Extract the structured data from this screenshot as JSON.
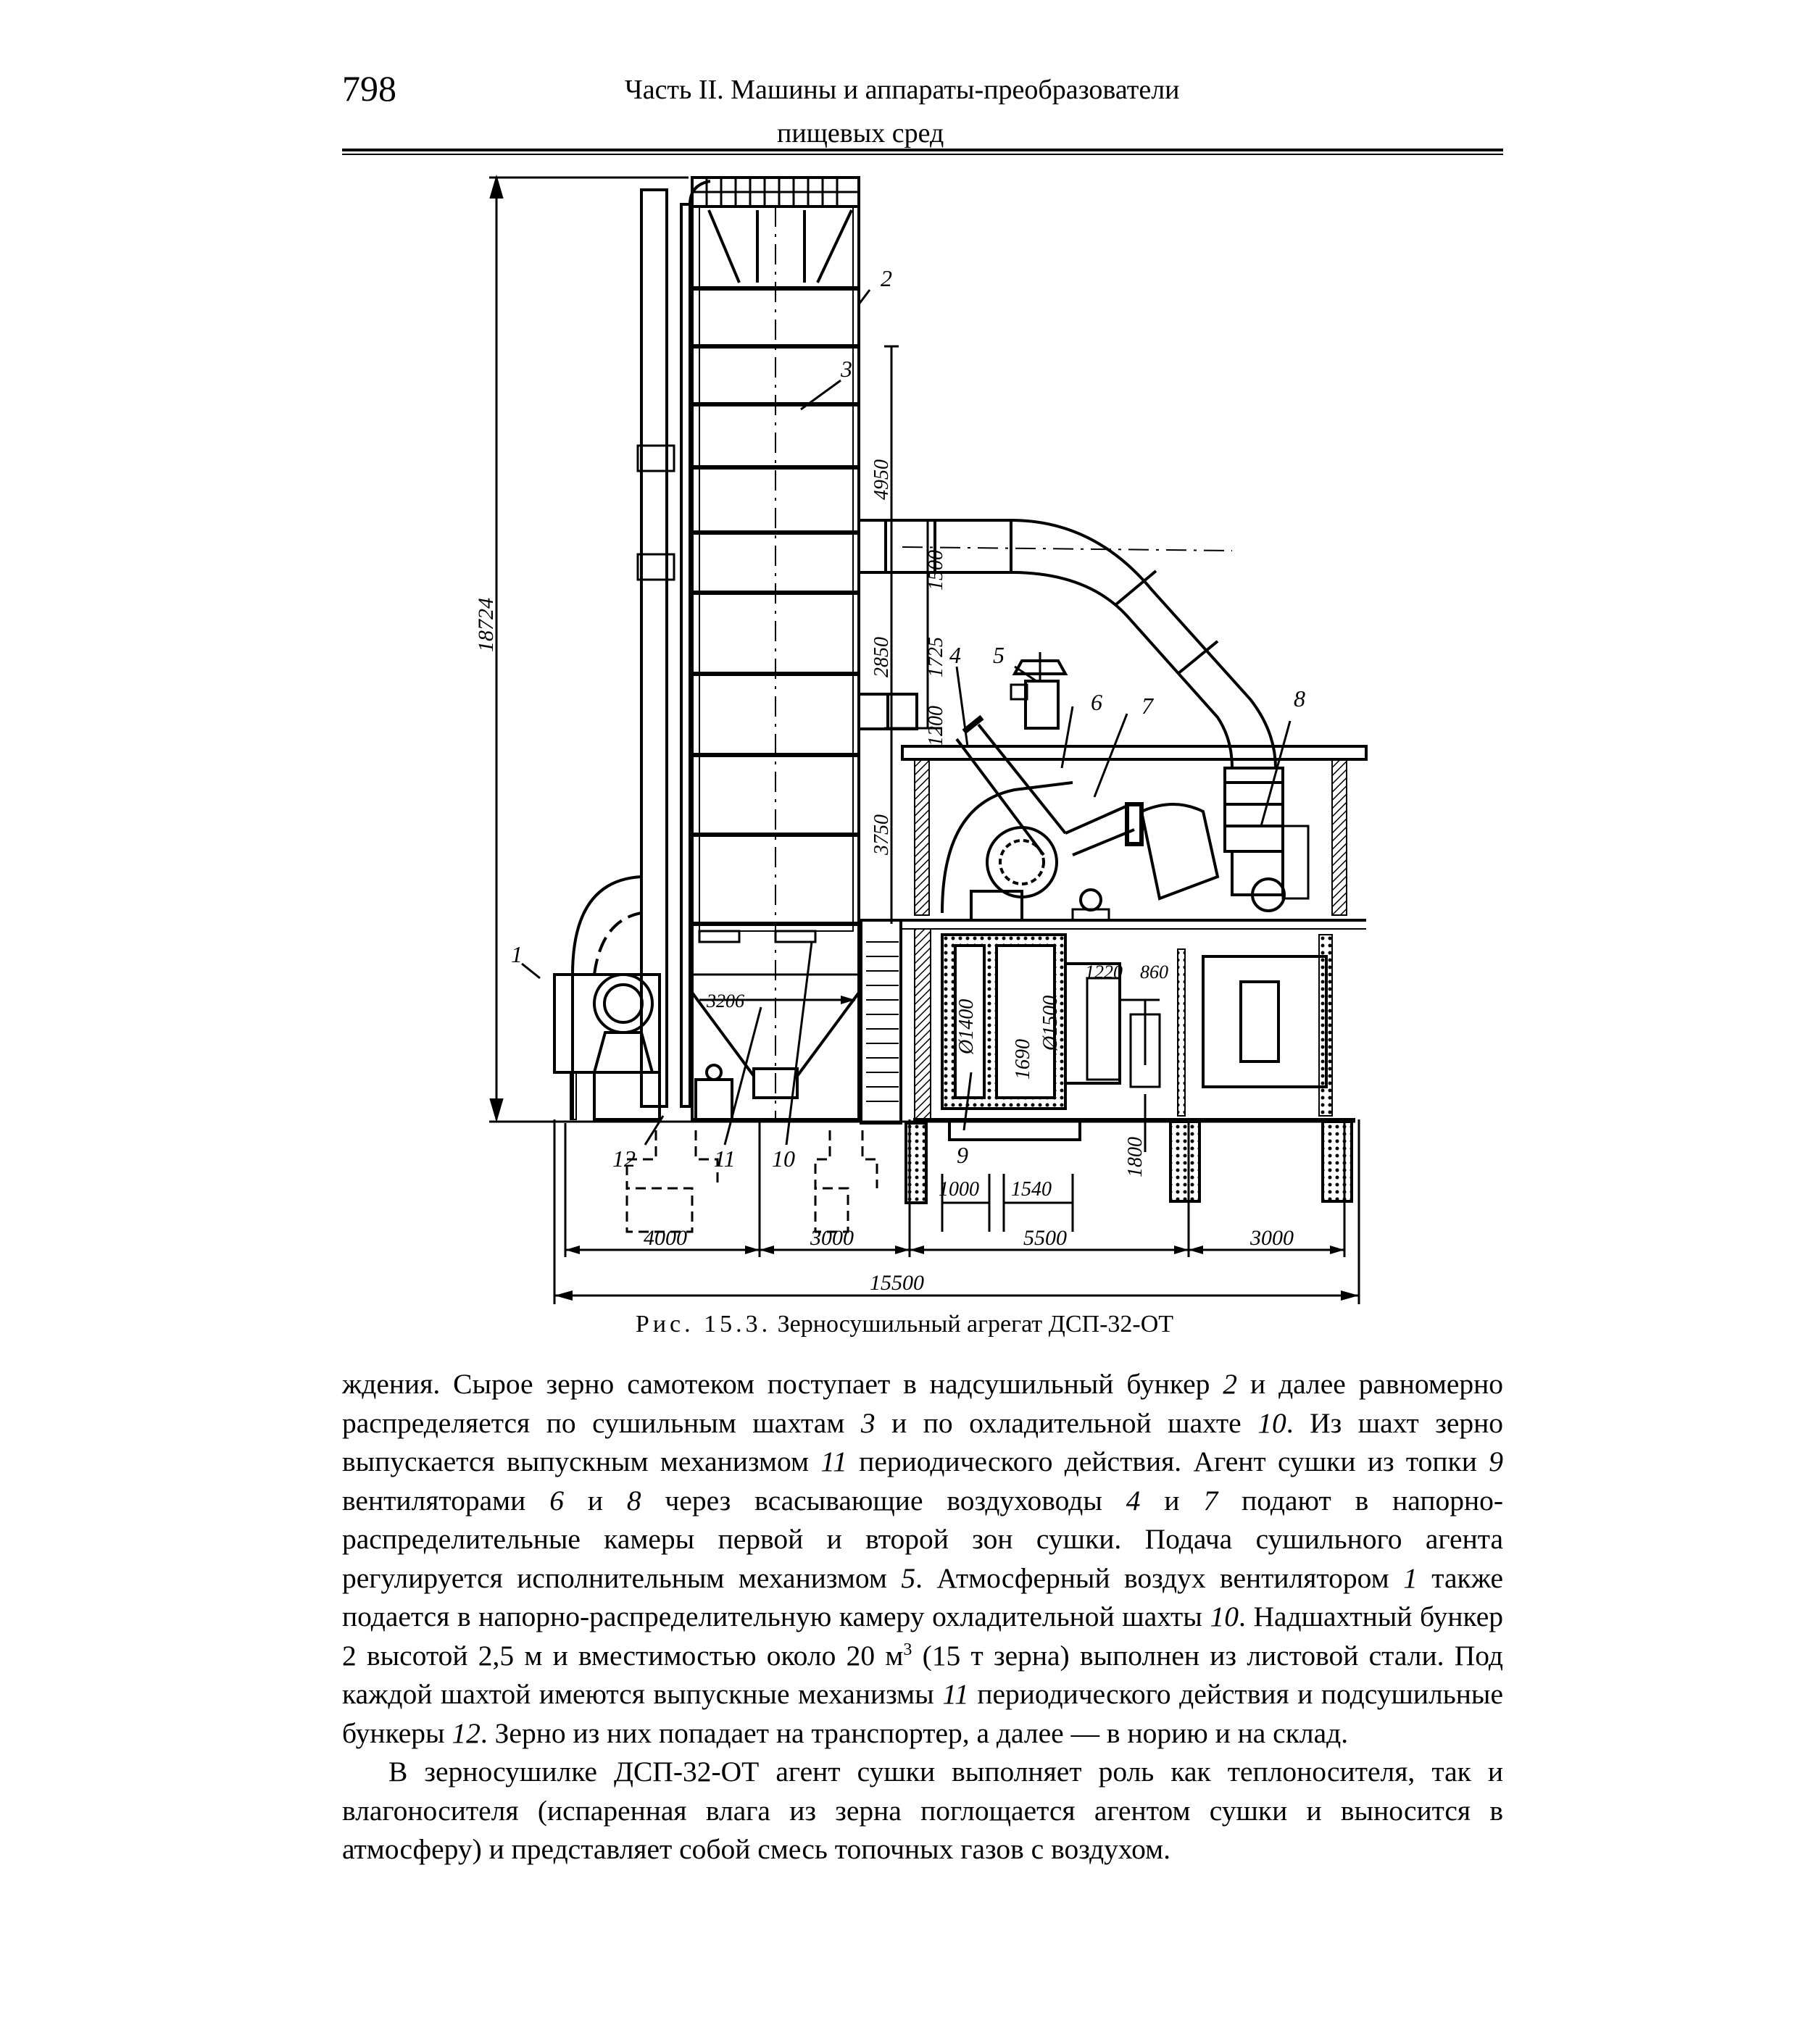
{
  "header": {
    "page_number": "798",
    "running_head_line1": "Часть II. Машины и аппараты-преобразователи",
    "running_head_line2": "пищевых сред"
  },
  "figure": {
    "caption_prefix": "Рис. 15.3.",
    "caption_title": "Зерносушильный агрегат ДСП-32-ОТ",
    "callouts": [
      "1",
      "2",
      "3",
      "4",
      "5",
      "6",
      "7",
      "8",
      "9",
      "10",
      "11",
      "12"
    ],
    "dimensions": {
      "total_height": "18724",
      "shaft_section": "4950",
      "duct_upper": "1500",
      "duct_gap": "1725",
      "shaft_mid": "2850",
      "duct_lower": "1200",
      "shaft_lower": "3750",
      "hopper_width": "3206",
      "furnace_diameter_1": "Ø1400",
      "furnace_diameter_2": "Ø1500",
      "furnace_height": "1690",
      "dim_1220": "1220",
      "dim_860": "860",
      "foundation_depth": "1800",
      "furnace_w1": "1000",
      "furnace_w2": "1540",
      "span_1": "4000",
      "span_2": "3000",
      "span_3": "5500",
      "span_4": "3000",
      "overall_length": "15500"
    }
  },
  "body": {
    "p1": [
      {
        "t": "ждения. Сырое зерно самотеком поступает в надсушильный бункер "
      },
      {
        "i": "2"
      },
      {
        "t": " и далее равномерно распределяется по сушильным шахтам "
      },
      {
        "i": "3"
      },
      {
        "t": " и по охладительной шахте "
      },
      {
        "i": "10"
      },
      {
        "t": ". Из шахт зерно выпускается выпускным механизмом "
      },
      {
        "i": "11"
      },
      {
        "t": " периодического действия. Агент сушки из топки "
      },
      {
        "i": "9"
      },
      {
        "t": " вентиляторами "
      },
      {
        "i": "6"
      },
      {
        "t": " и "
      },
      {
        "i": "8"
      },
      {
        "t": " через всасывающие воздуховоды "
      },
      {
        "i": "4"
      },
      {
        "t": " и "
      },
      {
        "i": "7"
      },
      {
        "t": " подают в напорно-распределительные камеры первой и второй зон сушки. Подача сушильного агента регулируется исполнительным механизмом "
      },
      {
        "i": "5"
      },
      {
        "t": ". Атмосферный воздух вентилятором "
      },
      {
        "i": "1"
      },
      {
        "t": " также подается в напорно-распределительную камеру охладительной шахты "
      },
      {
        "i": "10"
      },
      {
        "t": ". Надшахтный бункер 2 высотой 2,5 м и вместимостью около 20 м"
      },
      {
        "sup": "3"
      },
      {
        "t": " (15 т зерна) выполнен из листовой стали. Под каждой шахтой имеются выпускные механизмы "
      },
      {
        "i": "11"
      },
      {
        "t": " периодического действия и подсушильные бункеры "
      },
      {
        "i": "12"
      },
      {
        "t": ". Зерно из них попадает на транспортер, а далее — в норию и на склад."
      }
    ],
    "p2": "В зерносушилке ДСП-32-ОТ агент сушки выполняет роль как теплоносителя, так и влагоносителя (испаренная влага из зерна поглощается агентом сушки и выносится в атмосферу) и представляет собой смесь топочных газов с воздухом."
  }
}
